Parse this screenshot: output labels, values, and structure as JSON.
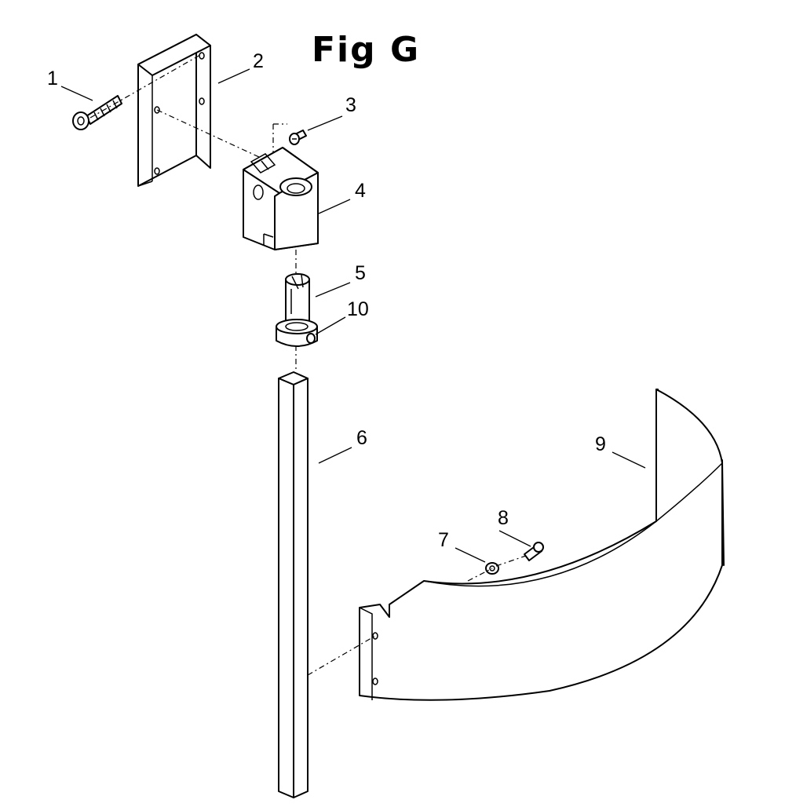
{
  "title": "Fig G",
  "labels": {
    "p1": "1",
    "p2": "2",
    "p3": "3",
    "p4": "4",
    "p5": "5",
    "p6": "6",
    "p7": "7",
    "p8": "8",
    "p9": "9",
    "p10": "10"
  },
  "colors": {
    "ink": "#000000",
    "paper": "#ffffff"
  }
}
